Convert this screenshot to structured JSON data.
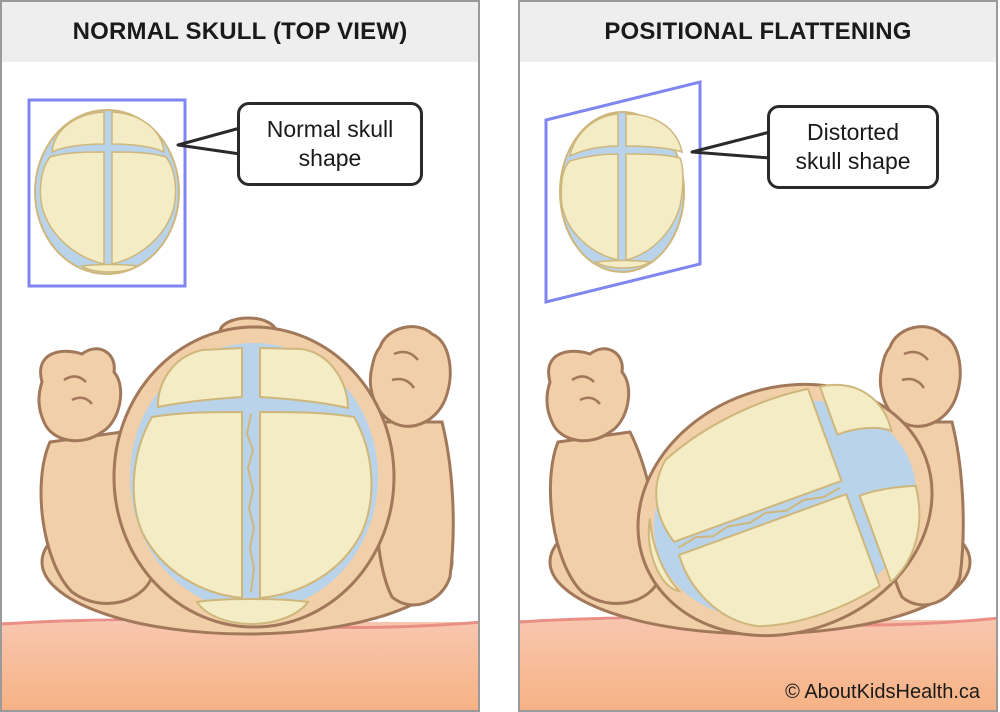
{
  "panels": {
    "normal": {
      "title": "NORMAL SKULL (TOP VIEW)",
      "callout_line1": "Normal skull",
      "callout_line2": "shape"
    },
    "flattened": {
      "title": "POSITIONAL FLATTENING",
      "callout_line1": "Distorted",
      "callout_line2": "skull shape"
    }
  },
  "credit": "© AboutKidsHealth.ca",
  "colors": {
    "skin": "#f1cfa9",
    "skin_outline": "#a1785a",
    "skull_plate": "#f3ecc4",
    "skull_outline": "#cfb77c",
    "suture": "#a9c9e6",
    "highlight_frame": "#7f86f2",
    "mattress_top": "#f0aaa0",
    "mattress_bottom": "#f6b183"
  }
}
